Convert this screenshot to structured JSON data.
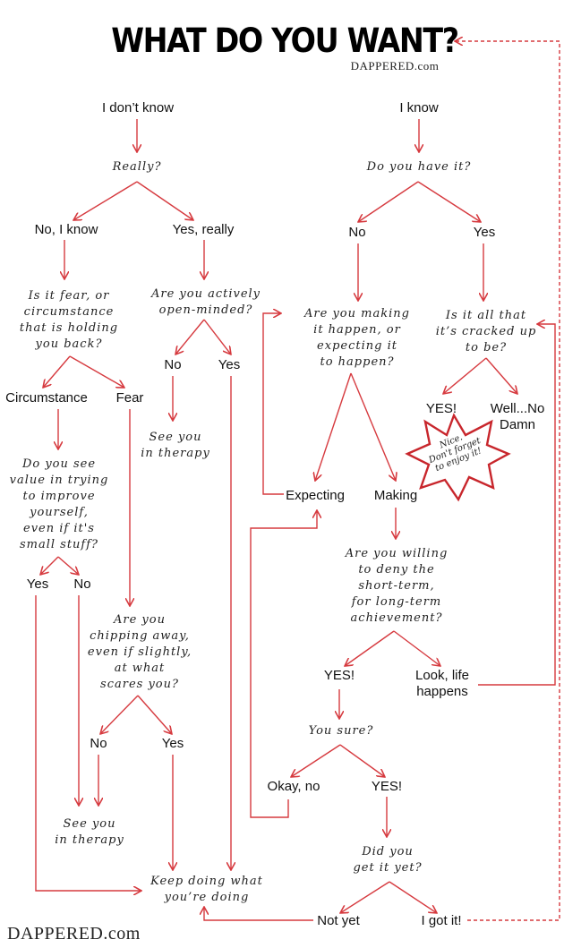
{
  "header": {
    "title": "WHAT DO YOU WANT?",
    "brand_small": "DAPPERED.com",
    "brand_footer": "DAPPERED.com"
  },
  "colors": {
    "line": "#d63a3f",
    "text": "#111111",
    "star_border": "#c8262c"
  },
  "nodes": {
    "dont_know": "I don’t know",
    "know": "I know",
    "really": "Really?",
    "have_it": "Do you have it?",
    "no_i_know": "No, I know",
    "yes_really": "Yes, really",
    "no_have": "No",
    "yes_have": "Yes",
    "fear_question": "Is it fear, or\ncircumstance\nthat is holding\nyou back?",
    "open_minded": "Are you actively\nopen-minded?",
    "making_question": "Are you making\nit happen, or\nexpecting it\nto happen?",
    "cracked_up": "Is it all that\nit’s cracked up\nto be?",
    "circumstance": "Circumstance",
    "fear": "Fear",
    "no_open": "No",
    "yes_open": "Yes",
    "yes_cracked": "YES!",
    "well_no": "Well...No\nDamn",
    "star_note": "Nice.\nDon't forget\nto enjoy it!",
    "see_you_therapy_1": "See you\nin therapy",
    "value_question": "Do you see\nvalue in trying\nto improve\nyourself,\neven if it's\nsmall stuff?",
    "expecting": "Expecting",
    "making": "Making",
    "deny_question": "Are you willing\nto deny the\nshort-term,\nfor long-term\nachievement?",
    "yes_value": "Yes",
    "no_value": "No",
    "chipping_question": "Are you\nchipping away,\neven if slightly,\nat what\nscares you?",
    "yes_deny": "YES!",
    "life_happens": "Look, life\nhappens",
    "you_sure": "You sure?",
    "no_chip": "No",
    "yes_chip": "Yes",
    "okay_no": "Okay, no",
    "yes_sure": "YES!",
    "see_you_therapy_2": "See you\nin therapy",
    "got_it_question": "Did you\nget it yet?",
    "keep_doing": "Keep doing what\nyou’re doing",
    "not_yet": "Not yet",
    "got_it": "I got it!"
  }
}
